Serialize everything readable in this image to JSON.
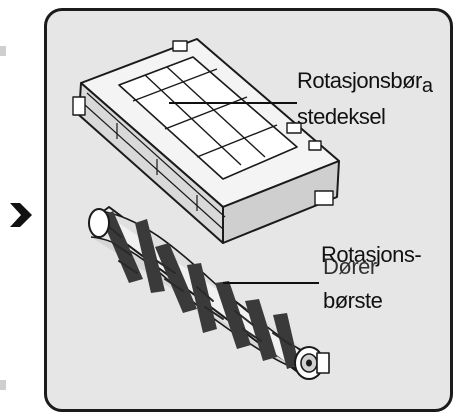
{
  "diagram": {
    "labels": {
      "cover_line1": "Rotasjonsbør",
      "cover_line1_sub": "a",
      "cover_line2": "stedeksel",
      "brush_overlap_a": "Rotasjons-",
      "brush_overlap_b": "Dører",
      "brush_line2": "børste"
    },
    "colors": {
      "panel_fill": "#e6e6e6",
      "panel_border": "#1b1b1b",
      "line_art": "#1a1a1a",
      "bristles": "#3a3a3a"
    },
    "icons": {
      "arrow": "chevron-right-icon",
      "cover": "brush-cover-illustration",
      "brush": "rotating-brush-illustration"
    }
  }
}
